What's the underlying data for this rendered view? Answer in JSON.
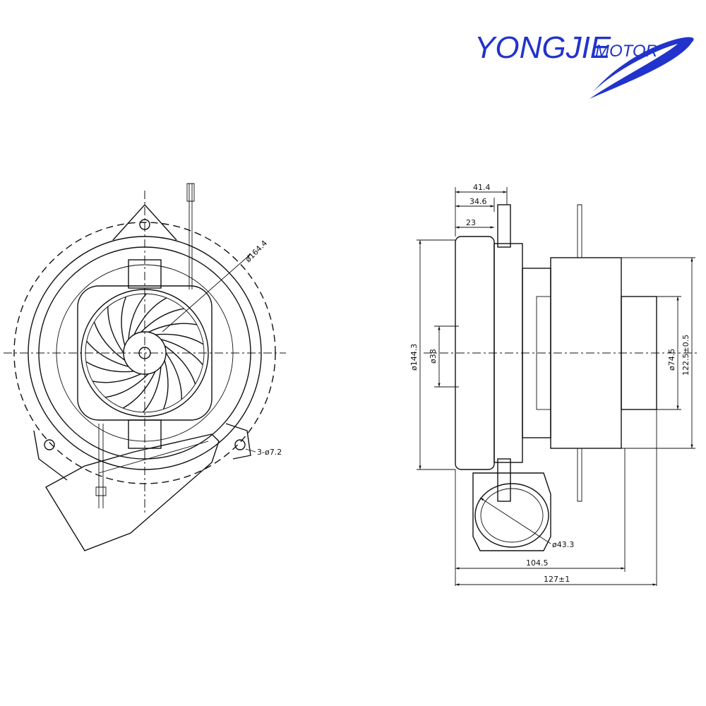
{
  "logo": {
    "brand": "YONGJIE",
    "suffix": "MOTOR",
    "color": "#2233cc"
  },
  "front_view": {
    "outer_diameter": "ø164.4",
    "mount_holes": "3-ø7.2"
  },
  "side_view": {
    "width_41": "41.4",
    "width_34": "34.6",
    "width_23": "23",
    "diameter_144": "ø144.3",
    "diameter_38": "ø38",
    "diameter_74": "ø74.5",
    "height_122": "122.5±0.5",
    "outlet_diameter": "ø43.3",
    "length_104": "104.5",
    "length_127": "127±1"
  }
}
